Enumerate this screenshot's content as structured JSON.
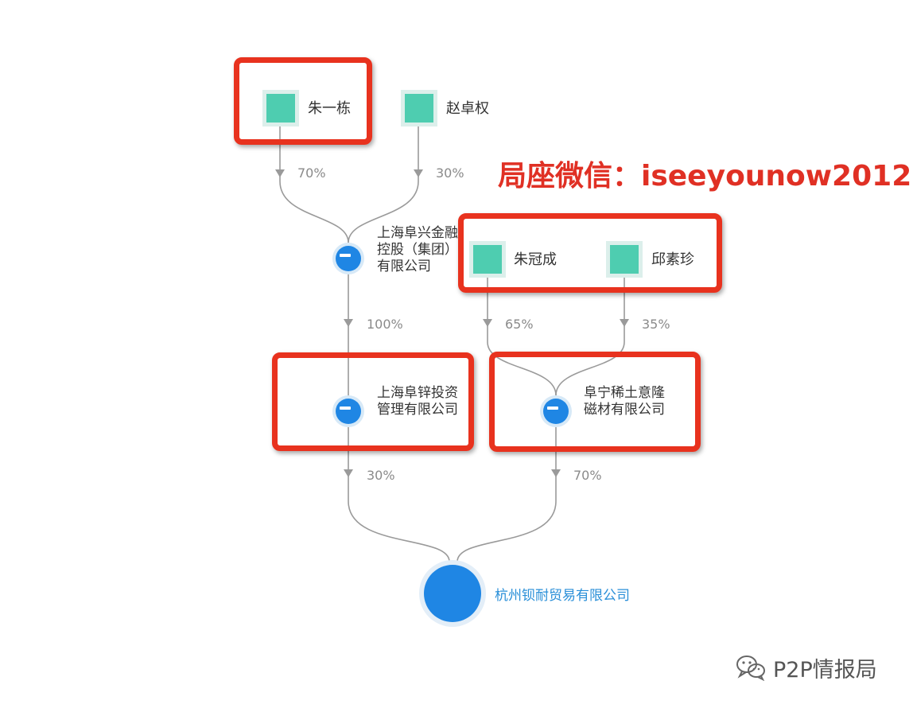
{
  "people": {
    "zhu_yidong": "朱一栋",
    "zhao_zhuoquan": "赵卓权",
    "zhu_guancheng": "朱冠成",
    "qiu_suzhen": "邱素珍"
  },
  "companies": {
    "fuxing_group": "上海阜兴金融控股（集团）有限公司",
    "fuxin_investment": "上海阜锌投资管理有限公司",
    "funing_rare_earth": "阜宁稀土意隆磁材有限公司",
    "target": "杭州钡耐贸易有限公司"
  },
  "shares": {
    "zhu_yidong_to_group": "70%",
    "zhao_zhuoquan_to_group": "30%",
    "group_to_investment": "100%",
    "zhu_guancheng_to_rare_earth": "65%",
    "qiu_suzhen_to_rare_earth": "35%",
    "investment_to_target": "30%",
    "rare_earth_to_target": "70%"
  },
  "overlay_text": "局座微信：iseeyounow2012",
  "watermark": {
    "text": "P2P情报局",
    "icon": "wechat-icon"
  },
  "colors": {
    "highlight": "#e8321e",
    "person_fill": "#4ecdb0",
    "company_fill": "#1f86e4",
    "edge": "#9a9a9a",
    "target_label": "#2a8fd8"
  }
}
